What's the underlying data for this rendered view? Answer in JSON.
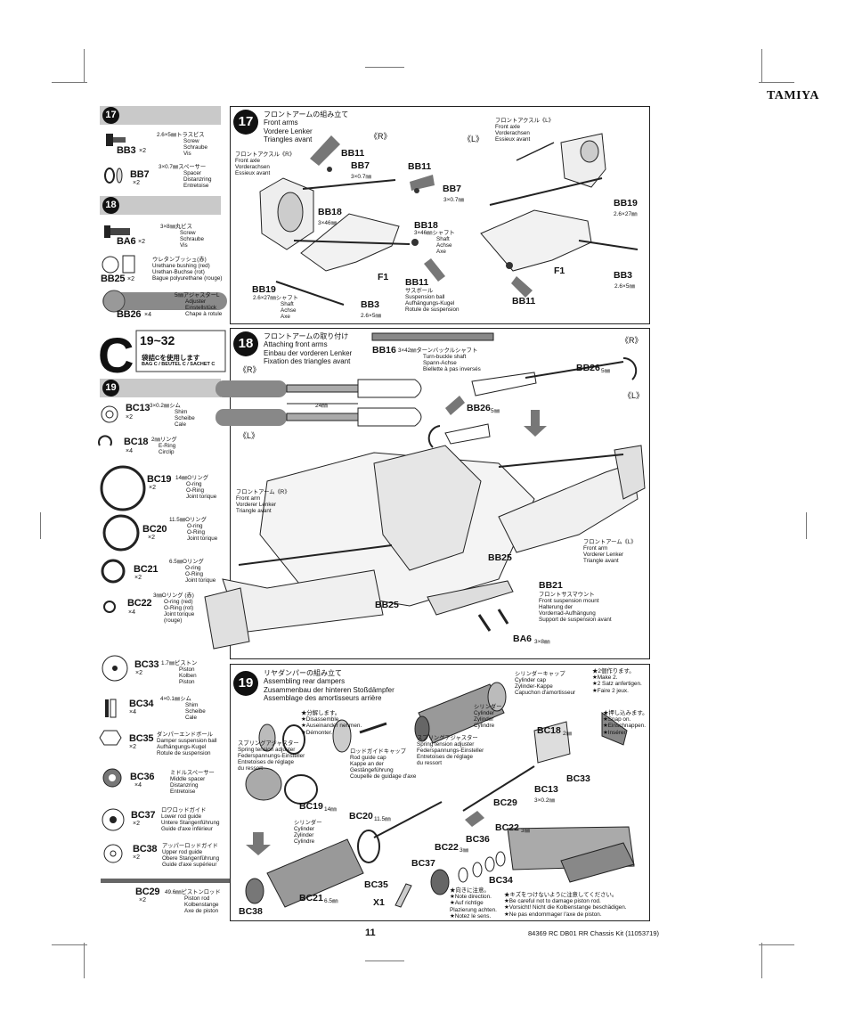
{
  "brand": "TAMIYA",
  "page_number": "11",
  "kit_ref": "84369 RC DB01 RR Chassis Kit (11053719)",
  "colors": {
    "header_bar": "#c9c9c9",
    "line": "#222222",
    "ink": "#111111"
  },
  "left": {
    "s17": {
      "num": "17",
      "bb3": {
        "code": "BB3",
        "qty": "×2",
        "text": [
          "2.6×5㎜トラスビス",
          "Screw",
          "Schraube",
          "Vis"
        ]
      },
      "bb7": {
        "code": "BB7",
        "qty": "×2",
        "text": [
          "3×0.7㎜スペーサー",
          "Spacer",
          "Distanzring",
          "Entretoise"
        ]
      }
    },
    "s18": {
      "num": "18",
      "ba6": {
        "code": "BA6",
        "qty": "×2",
        "text": [
          "3×8㎜丸ビス",
          "Screw",
          "Schraube",
          "Vis"
        ]
      },
      "bb25": {
        "code": "BB25",
        "qty": "×2",
        "text": [
          "ウレタンブッシュ(赤)",
          "Urethane bushing (red)",
          "Urethan-Buchse (rot)",
          "Bague polyurethane (rouge)"
        ]
      },
      "bb26": {
        "code": "BB26",
        "qty": "×4",
        "text": [
          "5㎜アジャスターL",
          "Adjuster",
          "Einstellstück",
          "Chape à rotule"
        ]
      }
    },
    "bagc": {
      "letter": "C",
      "range": "19~32",
      "jp": "袋詰Cを使用します",
      "en": "BAG C / BEUTEL C / SACHET C"
    },
    "s19": {
      "num": "19",
      "bc13": {
        "code": "BC13",
        "qty": "×2",
        "text": [
          "3×0.2㎜シム",
          "Shim",
          "Scheibe",
          "Cale"
        ]
      },
      "bc18": {
        "code": "BC18",
        "qty": "×4",
        "text": [
          "2㎜リング",
          "E-Ring",
          "Circlip"
        ]
      },
      "bc19": {
        "code": "BC19",
        "qty": "×2",
        "text": [
          "14㎜Oリング",
          "O-ring",
          "O-Ring",
          "Joint torique"
        ]
      },
      "bc20": {
        "code": "BC20",
        "qty": "×2",
        "text": [
          "11.5㎜Oリング",
          "O-ring",
          "O-Ring",
          "Joint torique"
        ]
      },
      "bc21": {
        "code": "BC21",
        "qty": "×2",
        "text": [
          "6.5㎜Oリング",
          "O-ring",
          "O-Ring",
          "Joint torique"
        ]
      },
      "bc22": {
        "code": "BC22",
        "qty": "×4",
        "text": [
          "3㎜Oリング (赤)",
          "O-ring (red)",
          "O-Ring (rot)",
          "Joint torique",
          "(rouge)"
        ]
      },
      "bc33": {
        "code": "BC33",
        "qty": "×2",
        "text": [
          "1.7㎜ピストン",
          "Piston",
          "Kolben",
          "Piston"
        ]
      },
      "bc34": {
        "code": "BC34",
        "qty": "×4",
        "text": [
          "4×0.1㎜シム",
          "Shim",
          "Scheibe",
          "Cale"
        ]
      },
      "bc35": {
        "code": "BC35",
        "qty": "×2",
        "text": [
          "ダンパーエンドボール",
          "Damper suspension ball",
          "Aufhängungs-Kugel",
          "Rotule de suspension"
        ]
      },
      "bc36": {
        "code": "BC36",
        "qty": "×4",
        "text": [
          "ミドルスペーサー",
          "Middle spacer",
          "Distanzring",
          "Entretoise"
        ]
      },
      "bc37": {
        "code": "BC37",
        "qty": "×2",
        "text": [
          "ロワロッドガイド",
          "Lower rod guide",
          "Untere Stangenführung",
          "Guide d'axe inférieur"
        ]
      },
      "bc38": {
        "code": "BC38",
        "qty": "×2",
        "text": [
          "アッパーロッドガイド",
          "Upper rod guide",
          "Obere Stangenführung",
          "Guide d'axe supérieur"
        ]
      },
      "bc29": {
        "code": "BC29",
        "qty": "×2",
        "text": [
          "49.6㎜ピストンロッド",
          "Piston rod",
          "Kolbenstange",
          "Axe de piston"
        ]
      }
    }
  },
  "panel17": {
    "num": "17",
    "title": [
      "フロントアームの組み立て",
      "Front arms",
      "Vordere Lenker",
      "Triangles avant"
    ],
    "r_mark": "《R》",
    "l_mark": "《L》",
    "axle_r": [
      "フロントアクスル《R》",
      "Front axle",
      "Vorderachsen",
      "Essieux avant"
    ],
    "axle_l": [
      "フロントアクスル《L》",
      "Front axle",
      "Vorderachsen",
      "Essieux avant"
    ],
    "bb11": "BB11",
    "bb7": "BB7",
    "bb7_dim": "3×0.7㎜",
    "bb18": "BB18",
    "bb18_dim": "3×46㎜",
    "bb18_text": [
      "3×46㎜シャフト",
      "Shaft",
      "Achse",
      "Axe"
    ],
    "bb19": "BB19",
    "bb19_dim": "2.6×27㎜",
    "bb19_text": [
      "2.6×27㎜シャフト",
      "Shaft",
      "Achse",
      "Axe"
    ],
    "bb3": "BB3",
    "bb3_dim": "2.6×5㎜",
    "f1": "F1",
    "ball_text": [
      "サスボール",
      "Suspension ball",
      "Aufhängungs-Kugel",
      "Rotule de suspension"
    ]
  },
  "panel18": {
    "num": "18",
    "title": [
      "フロントアームの取り付け",
      "Attaching front arms",
      "Einbau der vorderen Lenker",
      "Fixation des triangles avant"
    ],
    "bb16": "BB16",
    "bb16_text": [
      "3×42㎜ターンバックルシャフト",
      "Turn-buckle shaft",
      "Spann-Achse",
      "Biellette à pas inversés"
    ],
    "r_mark": "《R》",
    "l_mark": "《L》",
    "dim24": "24㎜",
    "bb26": "BB26",
    "bb26_dim": "5㎜",
    "arm_r": [
      "フロントアーム《R》",
      "Front arm",
      "Vorderer Lenker",
      "Triangle avant"
    ],
    "arm_l": [
      "フロントアーム《L》",
      "Front arm",
      "Vorderer Lenker",
      "Triangle avant"
    ],
    "bb25": "BB25",
    "bb21": "BB21",
    "bb21_text": [
      "フロントサスマウント",
      "Front suspension mount",
      "Halterung der",
      "Vorderrad-Aufhängung",
      "Support de suspension avant"
    ],
    "ba6": "BA6",
    "ba6_dim": "3×8㎜"
  },
  "panel19": {
    "num": "19",
    "title": [
      "リヤダンパーの組み立て",
      "Assembling rear dampers",
      "Zusammenbau der hinteren Stoßdämpfer",
      "Assemblage des amortisseurs arrière"
    ],
    "make2": [
      "★2個作ります。",
      "★Make 2.",
      "★2 Satz anfertigen.",
      "★Faire 2 jeux."
    ],
    "cap": [
      "シリンダーキャップ",
      "Cylinder cap",
      "Zylinder-Kappe",
      "Capuchon d'amortisseur"
    ],
    "disassemble": [
      "★分解します。",
      "★Disassemble.",
      "★Auseinander nehmen.",
      "★Démonter."
    ],
    "cylinder_a": [
      "シリンダー",
      "Cylinder",
      "Zylinder",
      "Cylindre"
    ],
    "snap": [
      "★押し込みます。",
      "★Snap on.",
      "★Einschnappen.",
      "★Insérer."
    ],
    "adjuster_a": [
      "スプリングアジャスター",
      "Spring tension adjuster",
      "Federspannungs-Einsteller",
      "Entretoises de réglage",
      "du ressort"
    ],
    "rodguide": [
      "ロッドガイドキャップ",
      "Rod guide cap",
      "Kappe an der",
      "Gestängeführung",
      "Coupelle de guidage d'axe"
    ],
    "adjuster_b": [
      "スプリングアジャスター",
      "Spring tension adjuster",
      "Federspannungs-Einsteller",
      "Entretoises de réglage",
      "du ressort"
    ],
    "bc18": "BC18",
    "bc18_dim": "2㎜",
    "bc33": "BC33",
    "bc13": "BC13",
    "bc13_dim": "3×0.2㎜",
    "bc19": "BC19",
    "bc19_dim": "14㎜",
    "bc29": "BC29",
    "cylinder_b": [
      "シリンダー",
      "Cylinder",
      "Zylinder",
      "Cylindre"
    ],
    "bc20": "BC20",
    "bc20_dim": "11.5㎜",
    "bc36": "BC36",
    "bc22": "BC22",
    "bc22_dim": "3㎜",
    "bc22b": "BC22",
    "bc22b_dim": "3㎜",
    "bc37": "BC37",
    "bc35": "BC35",
    "bc34": "BC34",
    "x1": "X1",
    "bc38": "BC38",
    "bc21": "BC21",
    "bc21_dim": "6.5㎜",
    "direction": [
      "★向きに注意。",
      "★Note direction.",
      "★Auf richtige",
      "Plazierung achten.",
      "★Notez le sens."
    ],
    "careful": [
      "★キズをつけないように注意してください。",
      "★Be careful not to damage piston rod.",
      "★Vorsicht! Nicht die Kolbenstange beschädigen.",
      "★Ne pas endommager l'axe de piston."
    ]
  }
}
